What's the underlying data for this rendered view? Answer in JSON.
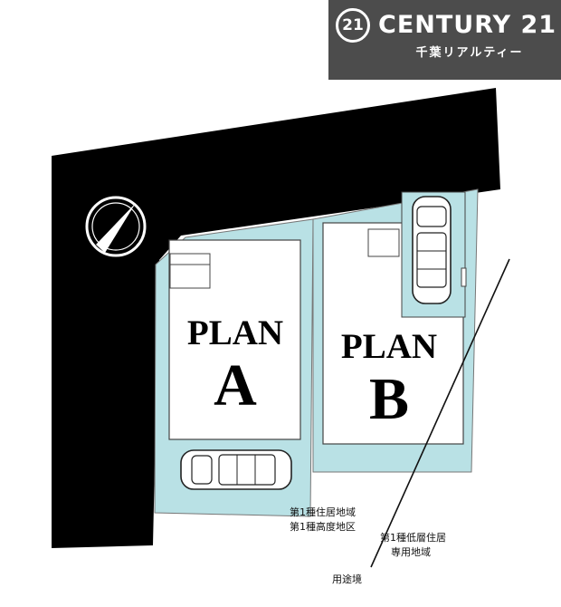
{
  "logo": {
    "mark": "21",
    "brand": "CENTURY 21",
    "sub": "千葉リアルティー"
  },
  "north": {
    "label": "N"
  },
  "lots": {
    "a": {
      "plan": "PLAN",
      "letter": "A"
    },
    "b": {
      "plan": "PLAN",
      "letter": "B"
    }
  },
  "zones": {
    "left_line1": "第1種住居地域",
    "left_line2": "第1種高度地区",
    "right_line1": "第1種低層住居",
    "right_line2": "専用地域",
    "boundary": "用途境"
  },
  "colors": {
    "road": "#000000",
    "lot_fill": "#b9e1e5",
    "building": "#ffffff",
    "logo_bg": "#4c4c4c"
  }
}
